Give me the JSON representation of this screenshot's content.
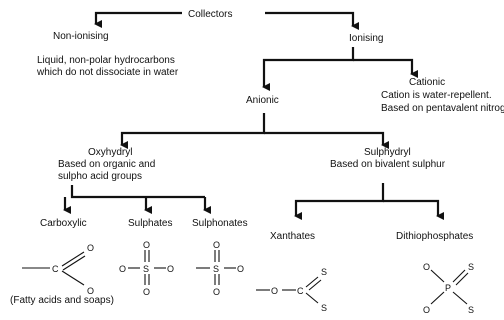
{
  "nodes": {
    "collectors": "Collectors",
    "non_ionising": "Non-ionising",
    "non_ionising_desc": [
      "Liquid, non-polar hydrocarbons",
      "which do not dissociate in water"
    ],
    "ionising": "Ionising",
    "anionic": "Anionic",
    "cationic": "Cationic",
    "cationic_desc": [
      "Cation is water-repellent.",
      "Based on pentavalent nitrogen"
    ],
    "oxyhydryl": "Oxyhydryl",
    "oxyhydryl_desc": [
      "Based on organic and",
      "sulpho acid groups"
    ],
    "sulphydryl": "Sulphydryl",
    "sulphydryl_desc": [
      "Based on bivalent sulphur"
    ],
    "carboxylic": "Carboxylic",
    "sulphates": "Sulphates",
    "sulphonates": "Sulphonates",
    "xanthates": "Xanthates",
    "dithiophosphates": "Dithiophosphates",
    "carboxylic_note": "(Fatty acids and soaps)"
  },
  "atoms": {
    "oxygen": "O",
    "carbon": "C",
    "sulphur": "S",
    "phosphorus": "P"
  }
}
